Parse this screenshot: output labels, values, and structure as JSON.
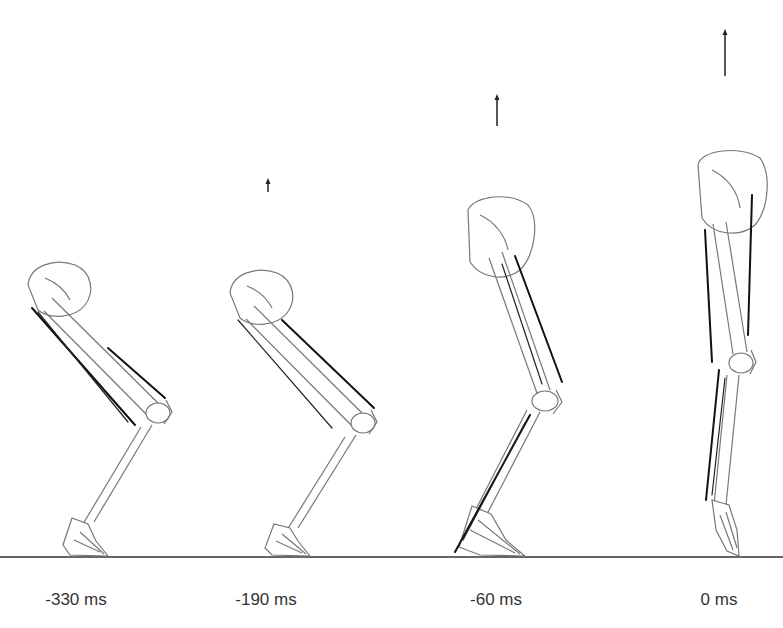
{
  "diagram": {
    "labels": [
      "-330 ms",
      "-190 ms",
      "-60 ms",
      "0 ms"
    ]
  }
}
